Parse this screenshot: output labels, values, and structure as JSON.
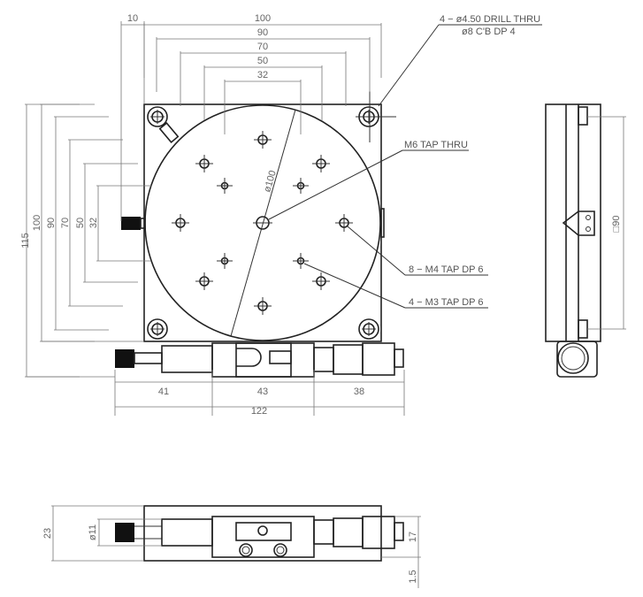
{
  "top_view": {
    "dims_horizontal": [
      "10",
      "100",
      "90",
      "70",
      "50",
      "32"
    ],
    "dims_vertical": [
      "115",
      "100",
      "90",
      "70",
      "50",
      "32"
    ],
    "diameter_label": "ø100",
    "bottom_dims": [
      "41",
      "43",
      "38",
      "122"
    ]
  },
  "callouts": {
    "drill_line1": "4 − ø4.50 DRILL THRU",
    "drill_line2": "ø8 C'B DP 4",
    "m6": "M6 TAP THRU",
    "m4": "8 − M4 TAP DP 6",
    "m3": "4 − M3 TAP DP 6"
  },
  "side_view": {
    "square_dim": "□90"
  },
  "front_view": {
    "height": "23",
    "knob_dia": "ø11",
    "stage_height": "17",
    "offset": "1.5"
  }
}
